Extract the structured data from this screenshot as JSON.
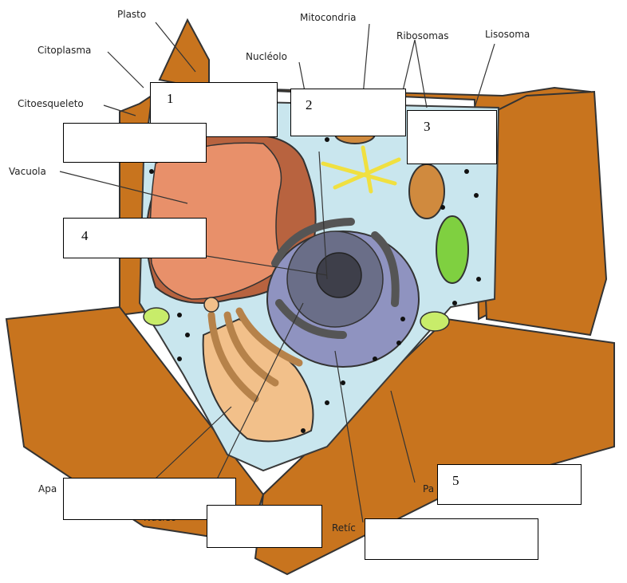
{
  "labels": {
    "plasto": "Plasto",
    "mitocondria": "Mitocondria",
    "ribosomas": "Ribosomas",
    "lisosoma": "Lisosoma",
    "citoplasma": "Citoplasma",
    "nucleolo": "Nucléolo",
    "citoesqueleto": "Citoesqueleto",
    "vacuola": "Vacuola",
    "aparato_partial": "Apa",
    "nucleo_partial": "Núcleo",
    "pared_partial": "Pa",
    "reticulo_partial": "Retíc"
  },
  "boxes": {
    "box1": "1",
    "box2": "2",
    "box3": "3",
    "box4": "4",
    "box5": "5"
  },
  "colors": {
    "wall": "#c8741e",
    "wall_dark": "#8a4a10",
    "cytoplasm": "#c9e6ee",
    "vacuole": "#e8906a",
    "vacuole_dark": "#b8633f",
    "nucleus": "#8f93c0",
    "nucleus_inner": "#6a6e88",
    "nucleolus": "#3e3f4a",
    "golgi": "#f2c08a",
    "golgi_dark": "#b6824a",
    "mito": "#d08a3e",
    "chloroplast": "#7fd040",
    "cytoskeleton": "#f0e040"
  }
}
